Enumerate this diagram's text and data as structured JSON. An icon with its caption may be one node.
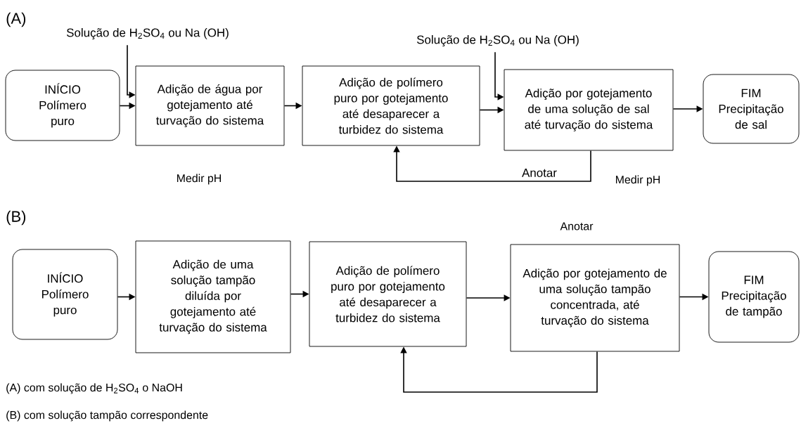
{
  "diagram": {
    "nodes": [
      {
        "text": [
          "INÍCIO Polímero puro"
        ]
      },
      {
        "text": [
          "Adição de água por gotejamento até turvação do sistema"
        ]
      },
      {
        "text": [
          "Adição de polímero puro por gotejamento até desaparecer a turbidez do sistema"
        ]
      },
      {
        "text": [
          "Adição por gotejamento de uma solução de sal até turvação do sistema"
        ]
      },
      {
        "text": [
          "FIM Precipitação de sal"
        ]
      },
      {
        "text": [
          "Solução de H$_{2}$SO$_{4}$ ou Na (OH)"
        ]
      },
      {
        "text": [
          "Solução de H$_{2}$SO$_{4}$ ou Na (OH)"
        ]
      },
      {
        "text": [
          "INÍCIO Polímero puro"
        ]
      },
      {
        "text": [
          "Adição de uma solução tampão diluída por gotejamento até turvação do sistema"
        ]
      },
      {
        "text": [
          "Adição de polímero puro por gotejamento até desaparecer a turbidez do sistema"
        ]
      },
      {
        "text": [
          "Adição por gotejamento de uma solução tampão concentrada, até turvação do sistema"
        ]
      },
      {
        "text": [
          "FIM Precipitação de tampão"
        ]
      }
    ],
    "edges": [
      {
        "from": 0,
        "to": 1,
        "arrow": "to"
      },
      {
        "from": 1,
        "to": 2,
        "arrow": "to"
      },
      {
        "from": 2,
        "to": 3,
        "arrow": "to"
      },
      {
        "from": 3,
        "to": 4,
        "arrow": "to"
      },
      {
        "from": 5,
        "to": 1,
        "arrow": "to"
      },
      {
        "from": 6,
        "to": 3,
        "arrow": "to"
      },
      {
        "from": 3,
        "to": 2,
        "arrow": "to",
        "label": "Anotar"
      },
      {
        "from": 7,
        "to": 8,
        "arrow": "to"
      },
      {
        "from": 8,
        "to": 9,
        "arrow": "to"
      },
      {
        "from": 9,
        "to": 10,
        "arrow": "to"
      },
      {
        "from": 10,
        "to": 11,
        "arrow": "to"
      },
      {
        "from": 10,
        "to": 9,
        "arrow": "to"
      }
    ],
    "labels": [
      "(A)",
      "Medir pH",
      "Medir pH",
      "(B)",
      "Anotar",
      "(A) com solução de H$_{2}$SO$_{4}$ o NaOH",
      "(B) com solução tampão correspondente"
    ]
  }
}
